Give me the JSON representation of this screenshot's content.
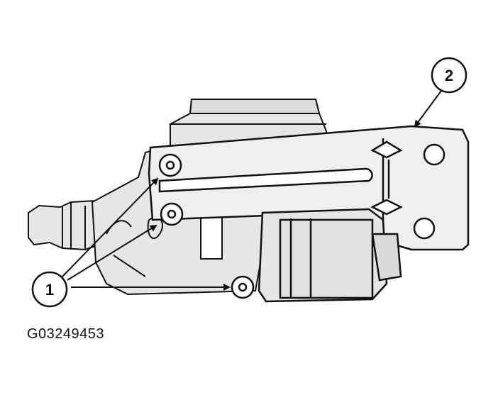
{
  "figure": {
    "id_label": "G03249453"
  },
  "callouts": [
    {
      "number": "1",
      "target": "mounting-bolts"
    },
    {
      "number": "2",
      "target": "bracket"
    }
  ],
  "colors": {
    "ink": "#111111",
    "body_shade": "#e6e6e6",
    "bracket_shade": "#efefef",
    "background": "#ffffff"
  }
}
